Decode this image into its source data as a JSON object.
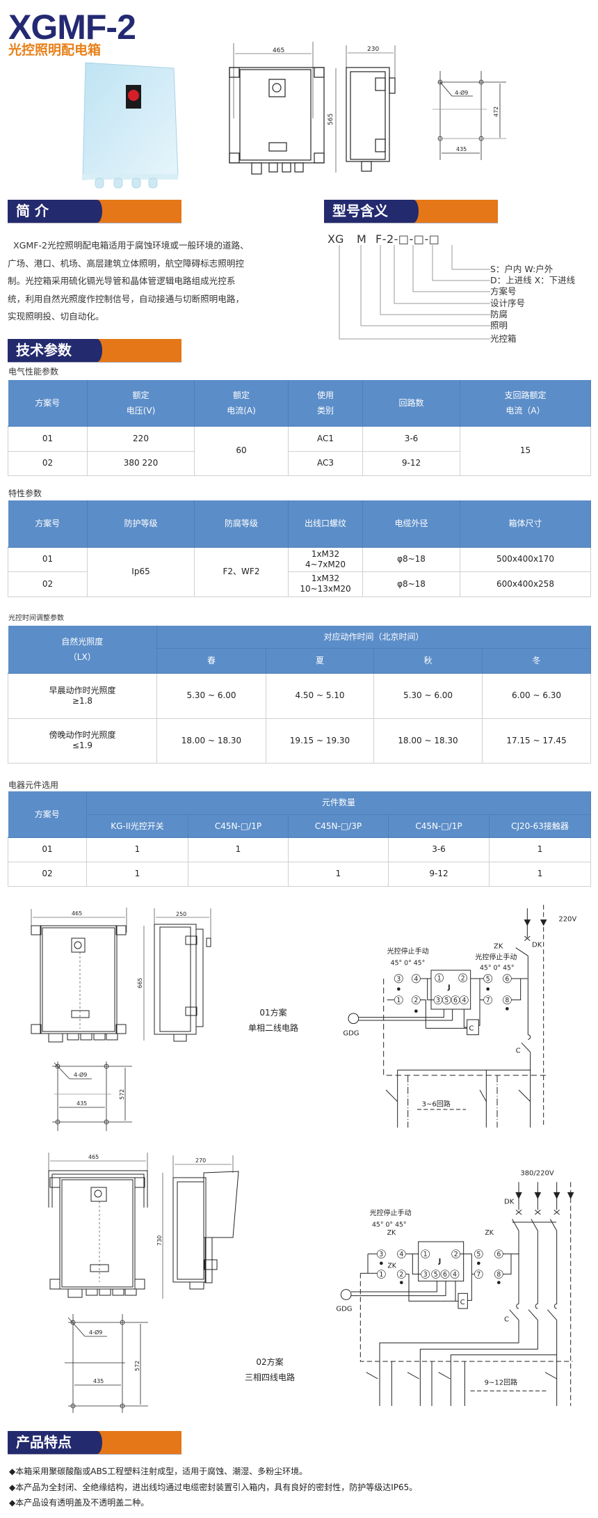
{
  "header": {
    "title": "XGMF-2",
    "subtitle": "光控照明配电箱"
  },
  "colors": {
    "navy": "#232a6e",
    "orange": "#e57718",
    "table_header": "#5b8dc8"
  },
  "top_drawing": {
    "width": "465",
    "depth": "230",
    "height": "565",
    "holes": "4-Ø9",
    "hole_v": "472",
    "hole_h": "435"
  },
  "sections": {
    "intro": "简 介",
    "model": "型号含义",
    "tech": "技术参数",
    "features": "产品特点"
  },
  "intro_text": "XGMF-2光控照明配电箱适用于腐蚀环境或一般环境的道路、广场、港口、机场、高层建筑立体照明，航空障碍标志照明控制。光控箱采用硫化镉光导管和晶体管逻辑电路组成光控系统，利用自然光照度作控制信号，自动接通与切断照明电路，实现照明投、切自动化。",
  "model_code": {
    "xg": "XG",
    "m": "M",
    "rest": "F-2-□-□-□",
    "labels": [
      "S：户内  W:户外",
      "D：上进线  X：下进线",
      "方案号",
      "设计序号",
      "防腐",
      "照明",
      "光控箱"
    ]
  },
  "table1": {
    "caption": "电气性能参数",
    "headers": [
      "方案号",
      "额定\n电压(V)",
      "额定\n电流(A)",
      "使用\n类别",
      "回路数",
      "支回路额定\n电流（A）"
    ],
    "rows": [
      [
        "01",
        "220",
        "60",
        "AC1",
        "3-6",
        "15"
      ],
      [
        "02",
        "380  220",
        "",
        "AC3",
        "9-12",
        ""
      ]
    ]
  },
  "table2": {
    "caption": "特性参数",
    "headers": [
      "方案号",
      "防护等级",
      "防腐等级",
      "出线口螺纹",
      "电缆外径",
      "箱体尺寸"
    ],
    "rows": [
      [
        "01",
        "Ip65",
        "F2、WF2",
        "1xM32\n4~7xM20",
        "φ8~18",
        "500x400x170"
      ],
      [
        "02",
        "",
        "",
        "1xM32\n10~13xM20",
        "φ8~18",
        "600x400x258"
      ]
    ]
  },
  "table3": {
    "caption": "光控时间调整参数",
    "header_left": "自然光照度\n（LX）",
    "header_group": "对应动作时间（北京时间）",
    "seasons": [
      "春",
      "夏",
      "秋",
      "冬"
    ],
    "rows": [
      [
        "早晨动作时光照度\n≥1.8",
        "5.30 ~ 6.00",
        "4.50 ~ 5.10",
        "5.30 ~ 6.00",
        "6.00 ~ 6.30"
      ],
      [
        "傍晚动作时光照度\n≤1.9",
        "18.00 ~ 18.30",
        "19.15 ~ 19.30",
        "18.00 ~ 18.30",
        "17.15 ~ 17.45"
      ]
    ]
  },
  "table4": {
    "caption": "电器元件选用",
    "header_left": "方案号",
    "header_group": "元件数量",
    "columns": [
      "KG-II光控开关",
      "C45N-□/1P",
      "C45N-□/3P",
      "C45N-□/1P",
      "CJ20-63接触器"
    ],
    "rows": [
      [
        "01",
        "1",
        "1",
        "",
        "3-6",
        "1"
      ],
      [
        "02",
        "1",
        "",
        "1",
        "9-12",
        "1"
      ]
    ]
  },
  "scheme1": {
    "name": "01方案",
    "desc": "单相二线电路",
    "dims": {
      "width": "465",
      "depth": "250",
      "height": "665",
      "holes": "4-Ø9",
      "hole_h": "435",
      "hole_v": "572"
    },
    "circuit": {
      "voltage": "220V",
      "dk": "DK",
      "zk": "ZK",
      "mode": "光控停止手动",
      "angles": "45° 0° 45°",
      "gdg": "GDG",
      "relay": "J",
      "contactor": "C",
      "branch": "3~6回路"
    }
  },
  "scheme2": {
    "name": "02方案",
    "desc": "三相四线电路",
    "dims": {
      "width": "465",
      "depth": "270",
      "height": "730",
      "holes": "4-Ø9",
      "hole_h": "435",
      "hole_v": "572"
    },
    "circuit": {
      "voltage": "380/220V",
      "dk": "DK",
      "zk": "ZK",
      "mode": "光控停止手动",
      "angles": "45°  0°  45°",
      "gdg": "GDG",
      "relay": "J",
      "contactor": "C",
      "branch": "9~12回路"
    }
  },
  "terminals": {
    "left": [
      "3",
      "4",
      "1",
      "2"
    ],
    "relay": [
      "1",
      "2",
      "3",
      "5",
      "6",
      "4"
    ],
    "right": [
      "5",
      "7",
      "6",
      "8"
    ]
  },
  "features": [
    "◆本箱采用聚碳酸酯或ABS工程塑料注射成型，适用于腐蚀、潮湿、多粉尘环境。",
    "◆本产品为全封闭、全绝缘结构，进出线均通过电缆密封装置引入箱内，具有良好的密封性，防护等级达IP65。",
    "◆本产品设有透明盖及不透明盖二种。"
  ]
}
